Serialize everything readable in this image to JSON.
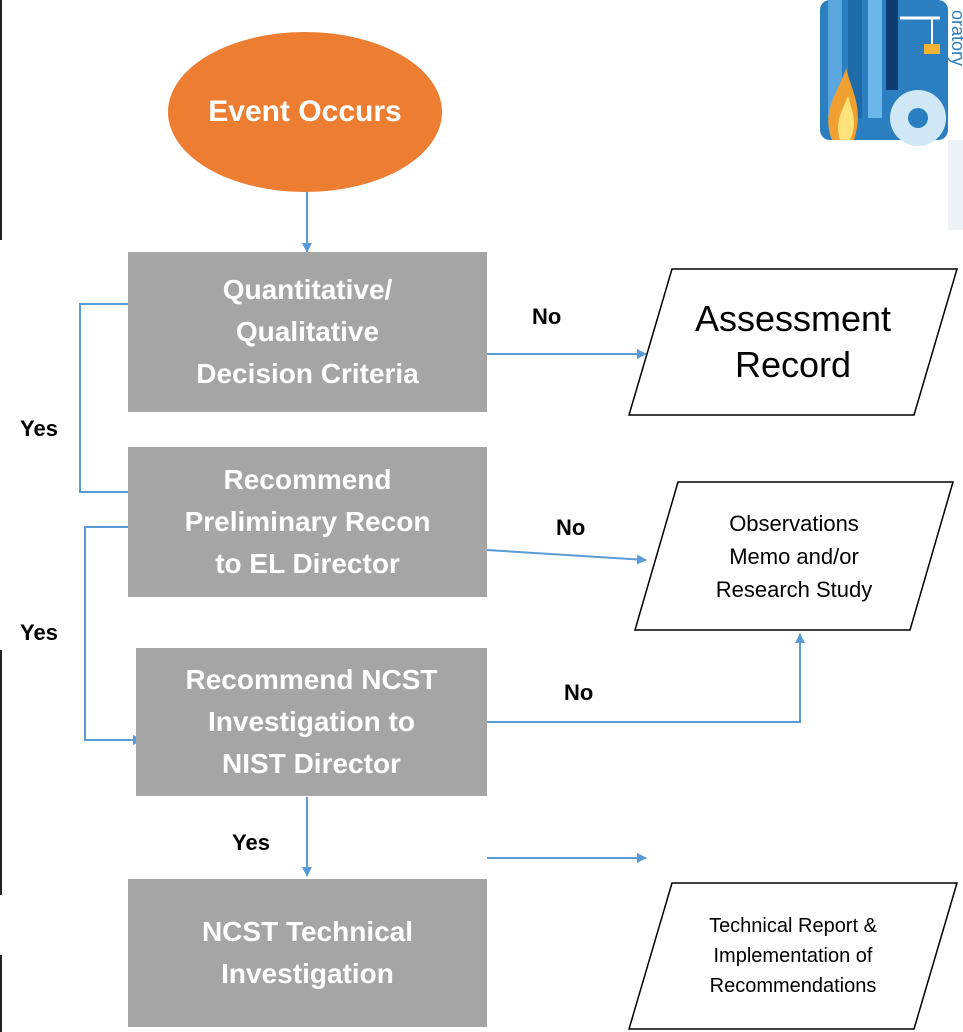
{
  "start": {
    "label": "Event Occurs"
  },
  "steps": [
    {
      "lines": [
        "Quantitative/",
        "Qualitative",
        "Decision Criteria"
      ]
    },
    {
      "lines": [
        "Recommend",
        "Preliminary Recon",
        "to EL Director"
      ]
    },
    {
      "lines": [
        "Recommend NCST",
        "Investigation to",
        "NIST Director"
      ]
    },
    {
      "lines": [
        "NCST Technical",
        "Investigation"
      ]
    }
  ],
  "outputs": [
    {
      "lines": [
        "Assessment",
        "Record"
      ]
    },
    {
      "lines": [
        "Observations",
        "Memo and/or",
        "Research Study"
      ]
    },
    {
      "lines": [
        "Technical Report &",
        "Implementation of",
        "Recommendations"
      ]
    }
  ],
  "branch_labels": {
    "no_1": "No",
    "no_2": "No",
    "no_3": "No",
    "yes_1": "Yes",
    "yes_2": "Yes",
    "yes_3": "Yes"
  },
  "colors": {
    "start_fill": "#ed7d31",
    "step_fill": "#a5a5a5",
    "connector": "#5b9bd5"
  },
  "logo": {
    "icon": "laboratory-logo-icon",
    "text_fragment": "oratory"
  }
}
